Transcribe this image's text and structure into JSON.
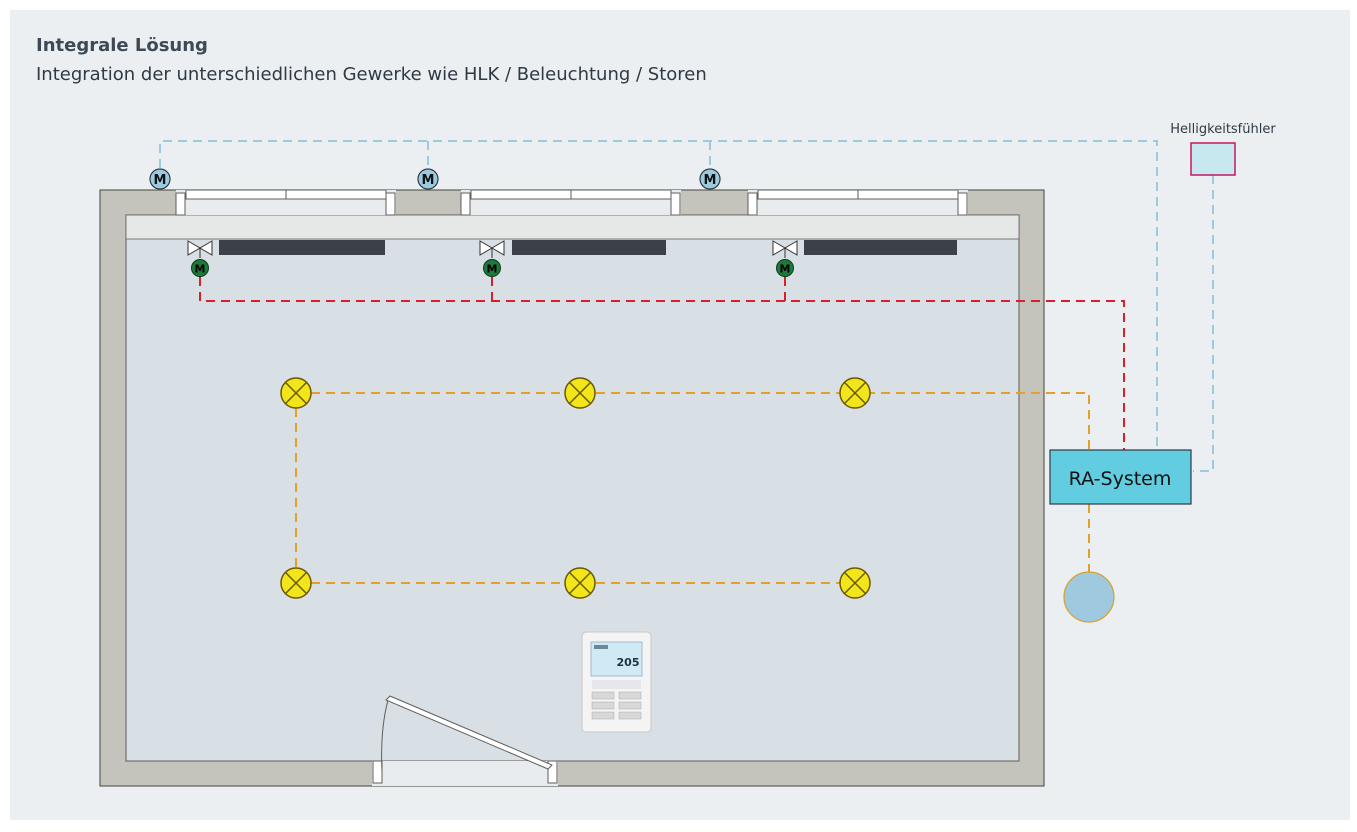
{
  "header": {
    "title": "Integrale Lösung",
    "subtitle": "Integration der unterschiedlichen Gewerke wie HLK / Beleuchtung / Storen"
  },
  "diagram": {
    "sensor_label": "Helligkeitsfühler",
    "controller_label": "RA-System",
    "motor_symbol": "M",
    "thermostat_display": "205",
    "icons": [
      "blind-motor-icon",
      "valve-icon",
      "valve-motor-icon",
      "lamp-icon",
      "brightness-sensor-icon",
      "presence-detector-icon",
      "room-thermostat-icon",
      "door-icon"
    ]
  },
  "colors": {
    "background": "#ebeff2",
    "wall": "#c4c4bc",
    "floor": "#d8dfe5",
    "blinds_line": "#9ccbe0",
    "hvac_line": "#d8202b",
    "lighting_line": "#e4a12a",
    "sensor_border": "#c4185b",
    "controller_fill": "#62cde0",
    "lamp_fill": "#f2e51a",
    "valve_motor": "#1e7a3a",
    "blind_motor": "#9ccbe0",
    "detector_fill": "#9ec9df"
  }
}
